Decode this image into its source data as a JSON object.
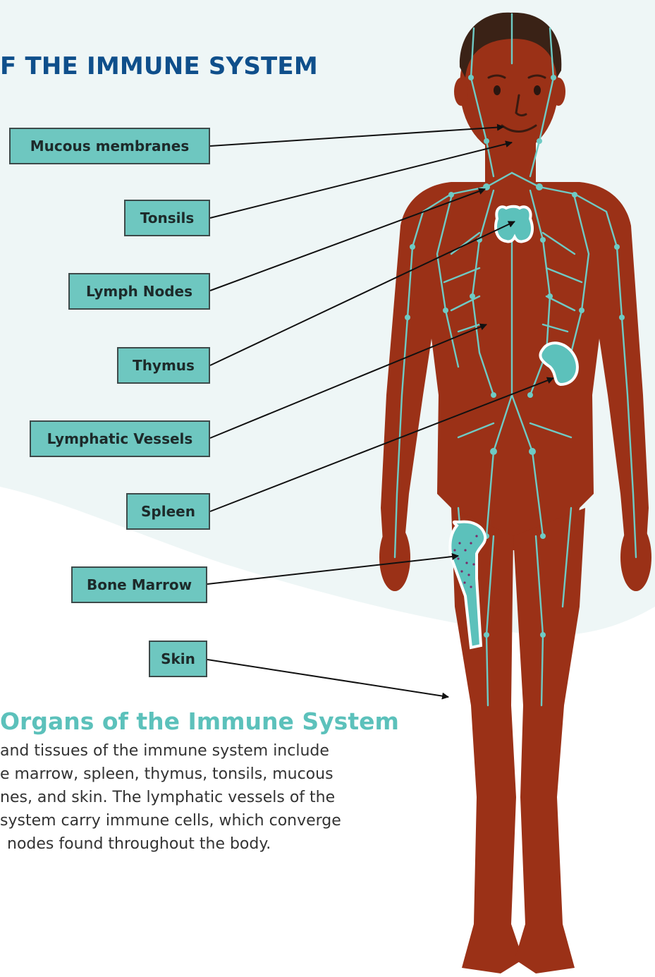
{
  "title": "F THE IMMUNE SYSTEM",
  "colors": {
    "skin": "#9b3117",
    "hair": "#3a2216",
    "organ": "#5cc1bb",
    "lymph": "#6fcac4",
    "label_fill": "#6ec7c0",
    "title": "#0f4f8b",
    "heading": "#5cc1bb",
    "bone_marrow_dots": "#7a2a6a",
    "background_blob": "#eef6f6"
  },
  "labels": [
    {
      "id": "mucous",
      "text": "Mucous membranes"
    },
    {
      "id": "tonsils",
      "text": "Tonsils"
    },
    {
      "id": "lymph_nodes",
      "text": "Lymph Nodes"
    },
    {
      "id": "thymus",
      "text": "Thymus"
    },
    {
      "id": "lymphatic_vessels",
      "text": "Lymphatic Vessels"
    },
    {
      "id": "spleen",
      "text": "Spleen"
    },
    {
      "id": "bone_marrow",
      "text": "Bone Marrow"
    },
    {
      "id": "skin",
      "text": "Skin"
    }
  ],
  "section": {
    "heading": "Organs of the Immune System",
    "lines": [
      "and tissues of the immune system include",
      "e marrow, spleen, thymus, tonsils, mucous",
      "nes, and skin. The lymphatic vessels of the",
      "system carry immune cells, which converge",
      "nodes found throughout the body."
    ]
  }
}
